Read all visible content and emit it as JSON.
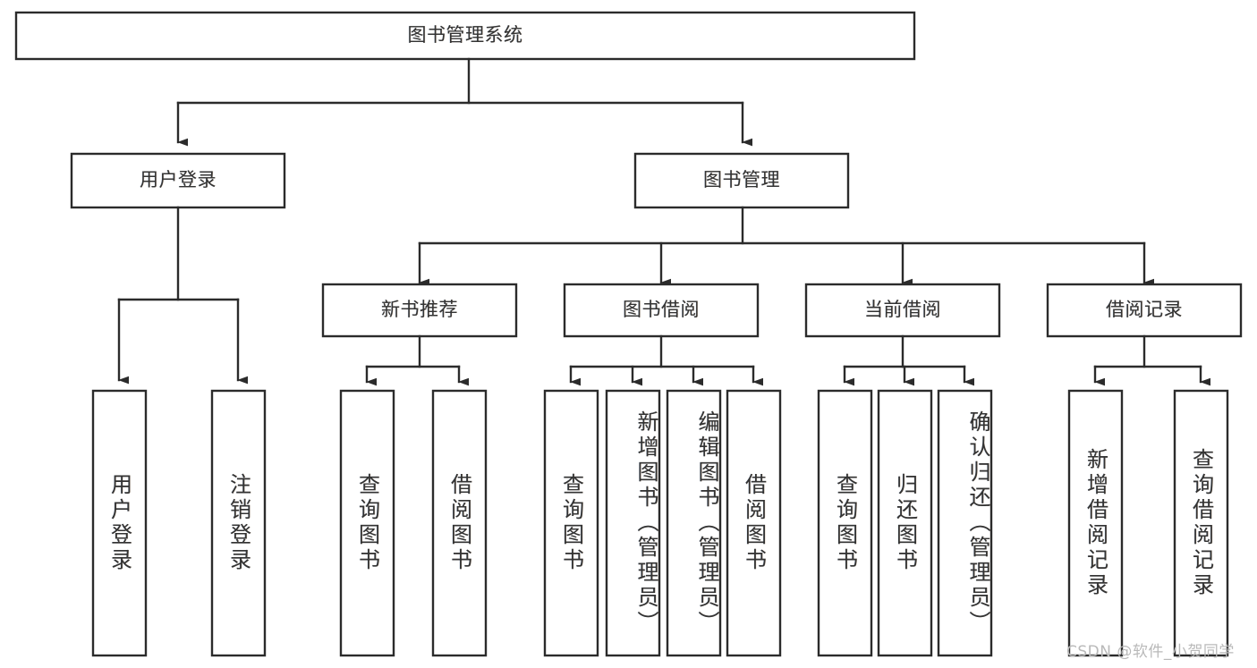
{
  "diagram": {
    "type": "tree-hierarchy",
    "title": "图书管理系统",
    "stroke_color": "#2b2b2b",
    "text_color": "#333333",
    "background_color": "#ffffff",
    "nodes": {
      "root": {
        "label": "图书管理系统",
        "level": 1,
        "orientation": "horizontal"
      },
      "l2": [
        {
          "id": "user-login",
          "label": "用户登录",
          "level": 2,
          "orientation": "horizontal"
        },
        {
          "id": "book-manage",
          "label": "图书管理",
          "level": 2,
          "orientation": "horizontal"
        }
      ],
      "l3": [
        {
          "id": "new-book-rec",
          "label": "新书推荐",
          "level": 3,
          "orientation": "horizontal"
        },
        {
          "id": "book-borrow",
          "label": "图书借阅",
          "level": 3,
          "orientation": "horizontal"
        },
        {
          "id": "current-borrow",
          "label": "当前借阅",
          "level": 3,
          "orientation": "horizontal"
        },
        {
          "id": "borrow-record",
          "label": "借阅记录",
          "level": 3,
          "orientation": "horizontal"
        }
      ],
      "leaves": [
        {
          "id": "leaf-user-login",
          "label": "用户登录",
          "parent": "user-login",
          "orientation": "vertical"
        },
        {
          "id": "leaf-user-logout",
          "label": "注销登录",
          "parent": "user-login",
          "orientation": "vertical"
        },
        {
          "id": "leaf-query-book-1",
          "label": "查询图书",
          "parent": "new-book-rec",
          "orientation": "vertical"
        },
        {
          "id": "leaf-borrow-book-1",
          "label": "借阅图书",
          "parent": "new-book-rec",
          "orientation": "vertical"
        },
        {
          "id": "leaf-query-book-2",
          "label": "查询图书",
          "parent": "book-borrow",
          "orientation": "vertical"
        },
        {
          "id": "leaf-add-book",
          "label": "新增图书（管理员）",
          "parent": "book-borrow",
          "orientation": "vertical"
        },
        {
          "id": "leaf-edit-book",
          "label": "编辑图书（管理员）",
          "parent": "book-borrow",
          "orientation": "vertical"
        },
        {
          "id": "leaf-borrow-book-2",
          "label": "借阅图书",
          "parent": "book-borrow",
          "orientation": "vertical"
        },
        {
          "id": "leaf-query-book-3",
          "label": "查询图书",
          "parent": "current-borrow",
          "orientation": "vertical"
        },
        {
          "id": "leaf-return-book",
          "label": "归还图书",
          "parent": "current-borrow",
          "orientation": "vertical"
        },
        {
          "id": "leaf-confirm-return",
          "label": "确认归还（管理员）",
          "parent": "current-borrow",
          "orientation": "vertical"
        },
        {
          "id": "leaf-add-record",
          "label": "新增借阅记录",
          "parent": "borrow-record",
          "orientation": "vertical"
        },
        {
          "id": "leaf-query-record",
          "label": "查询借阅记录",
          "parent": "borrow-record",
          "orientation": "vertical"
        }
      ]
    }
  },
  "watermark": {
    "text": "CSDN @软件_小贺同学"
  }
}
